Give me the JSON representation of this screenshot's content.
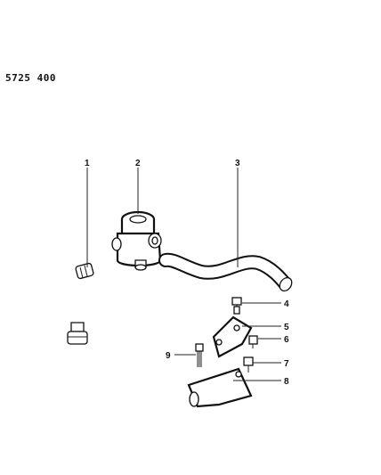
{
  "diagram": {
    "code": "5725  400",
    "callouts": [
      "1",
      "2",
      "3",
      "4",
      "5",
      "6",
      "7",
      "8",
      "9"
    ]
  }
}
